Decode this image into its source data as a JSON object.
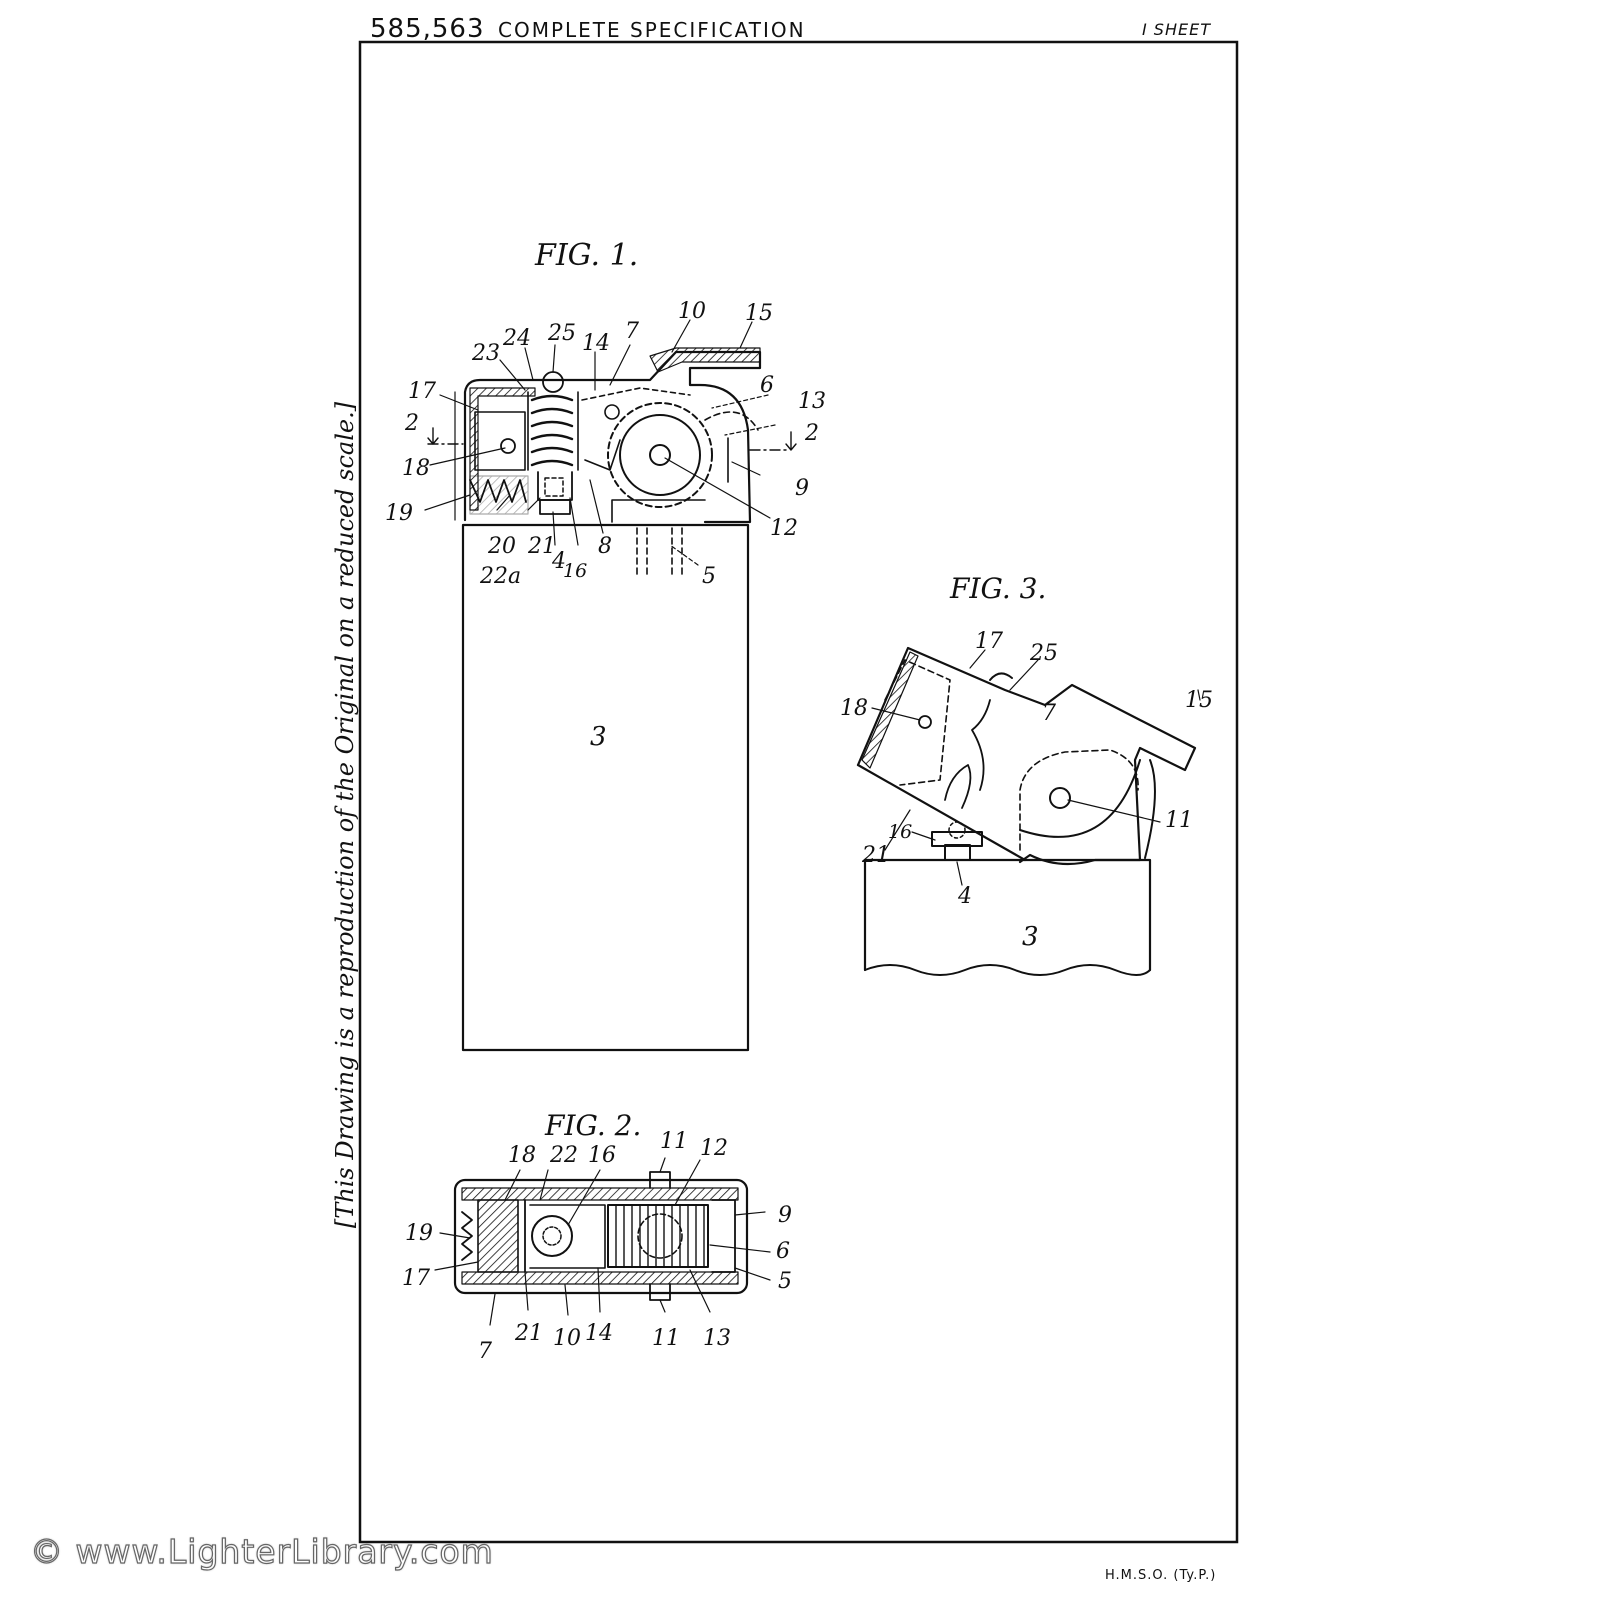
{
  "header": {
    "patent_number": "585,563",
    "title": "COMPLETE SPECIFICATION",
    "sheet_label": "I SHEET"
  },
  "side_note": "[This Drawing is a reproduction of the Original on a reduced scale.]",
  "footer": {
    "printer_mark": "H.M.S.O. (Ty.P.)",
    "watermark": "© www.LighterLibrary.com"
  },
  "figures": [
    {
      "title": "FIG. 1.",
      "labels": [
        "2",
        "2",
        "3",
        "4",
        "5",
        "6",
        "7",
        "8",
        "9",
        "10",
        "12",
        "13",
        "14",
        "15",
        "16",
        "17",
        "18",
        "19",
        "20",
        "21",
        "22a",
        "23",
        "24",
        "25"
      ]
    },
    {
      "title": "FIG. 2.",
      "labels": [
        "5",
        "6",
        "7",
        "9",
        "10",
        "11",
        "11",
        "12",
        "13",
        "14",
        "16",
        "17",
        "18",
        "19",
        "21",
        "22"
      ]
    },
    {
      "title": "FIG. 3.",
      "labels": [
        "3",
        "4",
        "7",
        "11",
        "15",
        "16",
        "17",
        "18",
        "21",
        "25"
      ]
    }
  ]
}
